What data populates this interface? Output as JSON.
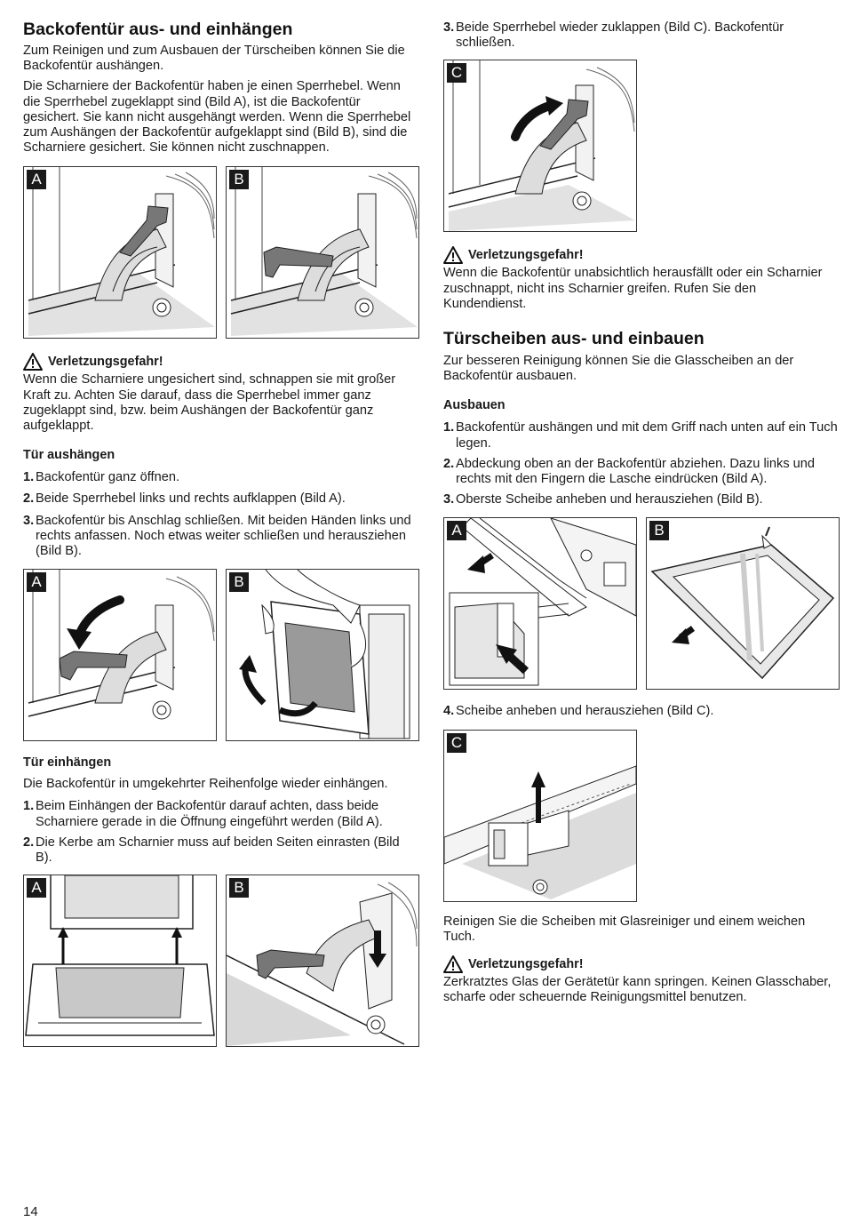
{
  "left": {
    "title": "Backofentür aus- und einhängen",
    "intro1": "Zum Reinigen und zum Ausbauen der Türscheiben können Sie die Backofentür aushängen.",
    "intro2": "Die Scharniere der Backofentür haben je einen Sperrhebel. Wenn die Sperrhebel zugeklappt sind (Bild A), ist die Backofentür gesichert. Sie kann nicht ausgehängt werden. Wenn die Sperrhebel zum Aushängen der Backofentür aufgeklappt sind (Bild B), sind die Scharniere gesichert. Sie können nicht zuschnappen.",
    "fig1": {
      "a": "A",
      "b": "B"
    },
    "warning1": {
      "title": "Verletzungsgefahr!",
      "text": "Wenn die Scharniere ungesichert sind, schnappen sie mit großer Kraft zu. Achten Sie darauf, dass die Sperrhebel immer ganz zugeklappt sind, bzw. beim Aushängen der Backofentür ganz aufgeklappt."
    },
    "unhook": {
      "heading": "Tür aushängen",
      "steps": [
        {
          "num": "1.",
          "text": "Backofentür ganz öffnen."
        },
        {
          "num": "2.",
          "text": "Beide Sperrhebel links und rechts aufklappen (Bild A)."
        },
        {
          "num": "3.",
          "text": "Backofentür bis Anschlag schließen. Mit beiden Händen links und rechts anfassen. Noch etwas weiter schließen und herausziehen (Bild B)."
        }
      ]
    },
    "fig2": {
      "a": "A",
      "b": "B"
    },
    "hook": {
      "heading": "Tür einhängen",
      "intro": "Die Backofentür in umgekehrter Reihenfolge wieder einhängen.",
      "steps": [
        {
          "num": "1.",
          "text": "Beim Einhängen der Backofentür darauf achten, dass beide Scharniere gerade in die Öffnung eingeführt werden (Bild A)."
        },
        {
          "num": "2.",
          "text": "Die Kerbe am Scharnier muss auf beiden Seiten einrasten (Bild B)."
        }
      ]
    },
    "fig3": {
      "a": "A",
      "b": "B"
    }
  },
  "right": {
    "step3": {
      "num": "3.",
      "text": "Beide Sperrhebel wieder zuklappen (Bild C). Backofentür schließen."
    },
    "fig4": {
      "c": "C"
    },
    "warning2": {
      "title": "Verletzungsgefahr!",
      "text": "Wenn die Backofentür unabsichtlich herausfällt oder ein Scharnier zuschnappt, nicht ins Scharnier greifen. Rufen Sie den Kundendienst."
    },
    "title2": "Türscheiben aus- und einbauen",
    "intro": "Zur besseren Reinigung können Sie die Glasscheiben an der Backofentür ausbauen.",
    "remove": {
      "heading": "Ausbauen",
      "steps": [
        {
          "num": "1.",
          "text": "Backofentür aushängen und mit dem Griff nach unten auf ein Tuch legen."
        },
        {
          "num": "2.",
          "text": "Abdeckung oben an der Backofentür abziehen. Dazu links und rechts mit den Fingern die Lasche eindrücken (Bild A)."
        },
        {
          "num": "3.",
          "text": "Oberste Scheibe anheben und herausziehen (Bild B)."
        }
      ]
    },
    "fig5": {
      "a": "A",
      "b": "B"
    },
    "step4": {
      "num": "4.",
      "text": "Scheibe anheben und herausziehen (Bild C)."
    },
    "fig6": {
      "c": "C"
    },
    "clean": "Reinigen Sie die Scheiben mit Glasreiniger und einem weichen Tuch.",
    "warning3": {
      "title": "Verletzungsgefahr!",
      "text": "Zerkratztes Glas der Gerätetür kann springen. Keinen Glasschaber, scharfe oder scheuernde Reinigungsmittel benutzen."
    }
  },
  "page_number": "14"
}
